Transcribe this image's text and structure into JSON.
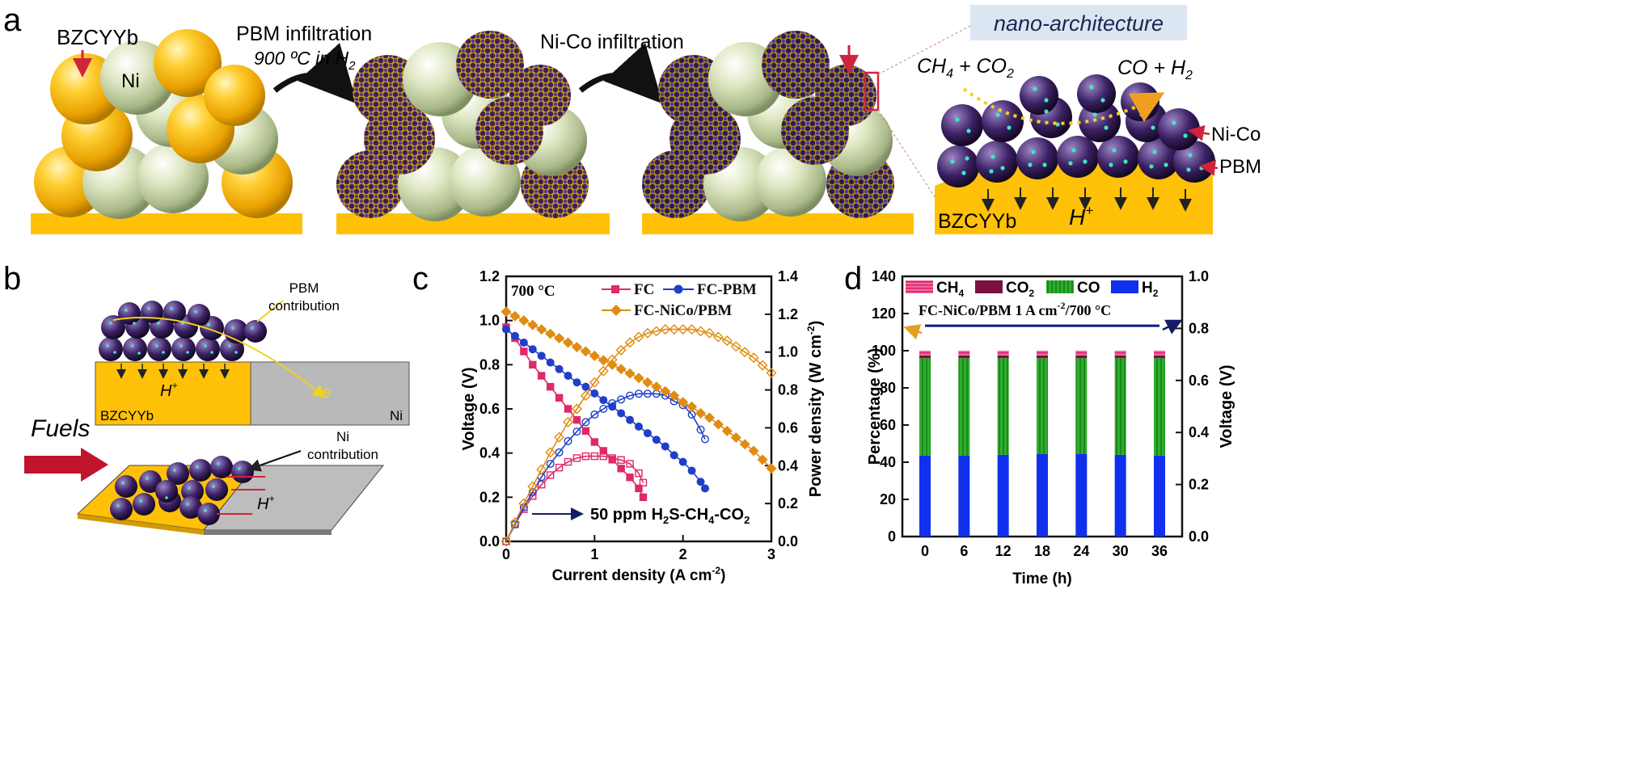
{
  "panel_a": {
    "letter": "a",
    "label_bzcyyb": "BZCYYb",
    "label_ni": "Ni",
    "step1_label": "PBM infiltration",
    "step1_sub": "900 ºC in H",
    "step1_sub_sub": "2",
    "step2_label": "Ni-Co infiltration",
    "nano_title": "nano-architecture",
    "reactants": "CH",
    "reactants_sub1": "4",
    "reactants_mid": " + CO",
    "reactants_sub2": "2",
    "products": "CO + H",
    "products_sub": "2",
    "label_nico": "Ni-Co",
    "label_pbm": "PBM",
    "label_bzcyyb_detail": "BZCYYb",
    "label_hplus": "H",
    "label_hplus_sup": "+"
  },
  "panel_b": {
    "letter": "b",
    "pbm_contribution_1": "PBM",
    "pbm_contribution_2": "contribution",
    "hplus": "H",
    "hplus_sup": "+",
    "eminus": "e",
    "eminus_sup": "-",
    "bzcyyb": "BZCYYb",
    "ni": "Ni",
    "fuels": "Fuels",
    "ni_contribution_1": "Ni",
    "ni_contribution_2": "contribution",
    "hplus2": "H",
    "hplus2_sup": "+"
  },
  "panel_c": {
    "letter": "c",
    "temp": "700 °C",
    "legend_fc": "FC",
    "legend_fcpbm": "FC-PBM",
    "legend_fcnico": "FC-NiCo/PBM",
    "annotation": "50 ppm H",
    "annotation_sub": "2",
    "annotation_tail": "S-CH",
    "annotation_sub2": "4",
    "annotation_tail2": "-CO",
    "annotation_sub3": "2",
    "xlabel": "Current density (A cm",
    "xlabel_sup": "-2",
    "xlabel_end": ")",
    "ylabel_left": "Voltage (V)",
    "ylabel_right": "Power density (W cm",
    "ylabel_right_sup": "-2",
    "ylabel_right_end": ")"
  },
  "panel_d": {
    "letter": "d",
    "legend_ch4": "CH",
    "legend_ch4_sub": "4",
    "legend_co2": "CO",
    "legend_co2_sub": "2",
    "legend_co": "CO",
    "legend_h2": "H",
    "legend_h2_sub": "2",
    "condition": "FC-NiCo/PBM 1 A cm",
    "condition_sup": "-2",
    "condition_end": "/700 °C",
    "xlabel": "Time (h)",
    "ylabel_left": "Percentage (%)",
    "ylabel_right": "Voltage (V)"
  },
  "colors": {
    "gold": "#f5b800",
    "ni_green": "#c9d6a8",
    "pbm_purple": "#3a1f5c",
    "fc_pink": "#e0286a",
    "fcpbm_blue": "#1f3fc8",
    "fcnico_orange": "#e08c10",
    "co2_maroon": "#7a1040",
    "co_green": "#22a022",
    "h2_blue": "#1030ee"
  },
  "chart_data": [
    {
      "type": "line",
      "panel": "c",
      "xlabel": "Current density (A cm-2)",
      "ylabel": "Voltage (V)",
      "ylabel_right": "Power density (W cm-2)",
      "xlim": [
        0,
        3
      ],
      "ylim": [
        0,
        1.2
      ],
      "ylim_right": [
        0,
        1.4
      ],
      "x_ticks": [
        "0",
        "1",
        "2",
        "3"
      ],
      "y_ticks": [
        "0.0",
        "0.2",
        "0.4",
        "0.6",
        "0.8",
        "1.0",
        "1.2"
      ],
      "y_ticks_right": [
        "0.0",
        "0.2",
        "0.4",
        "0.6",
        "0.8",
        "1.0",
        "1.2",
        "1.4"
      ],
      "legend_position": "top",
      "series": [
        {
          "name": "FC",
          "kind": "voltage",
          "color": "#e0286a",
          "marker": "square-filled",
          "x": [
            0,
            0.1,
            0.2,
            0.3,
            0.4,
            0.5,
            0.6,
            0.7,
            0.8,
            0.9,
            1.0,
            1.1,
            1.2,
            1.3,
            1.4,
            1.5,
            1.55
          ],
          "y": [
            0.97,
            0.92,
            0.86,
            0.8,
            0.75,
            0.7,
            0.65,
            0.6,
            0.55,
            0.5,
            0.45,
            0.41,
            0.37,
            0.33,
            0.29,
            0.24,
            0.2
          ]
        },
        {
          "name": "FC",
          "kind": "power",
          "color": "#e0286a",
          "marker": "square-open",
          "x": [
            0,
            0.1,
            0.2,
            0.3,
            0.4,
            0.5,
            0.6,
            0.7,
            0.8,
            0.9,
            1.0,
            1.1,
            1.2,
            1.3,
            1.4,
            1.5,
            1.55
          ],
          "y": [
            0,
            0.09,
            0.17,
            0.24,
            0.3,
            0.35,
            0.39,
            0.42,
            0.44,
            0.45,
            0.45,
            0.45,
            0.44,
            0.43,
            0.41,
            0.36,
            0.31
          ]
        },
        {
          "name": "FC-PBM",
          "kind": "voltage",
          "color": "#1f3fc8",
          "marker": "circle-filled",
          "x": [
            0,
            0.1,
            0.2,
            0.3,
            0.4,
            0.5,
            0.6,
            0.7,
            0.8,
            0.9,
            1.0,
            1.1,
            1.2,
            1.3,
            1.4,
            1.5,
            1.6,
            1.7,
            1.8,
            1.9,
            2.0,
            2.1,
            2.2,
            2.25
          ],
          "y": [
            0.96,
            0.93,
            0.9,
            0.87,
            0.84,
            0.81,
            0.78,
            0.75,
            0.72,
            0.7,
            0.67,
            0.64,
            0.61,
            0.58,
            0.55,
            0.52,
            0.49,
            0.46,
            0.43,
            0.39,
            0.36,
            0.32,
            0.27,
            0.24
          ]
        },
        {
          "name": "FC-PBM",
          "kind": "power",
          "color": "#1f3fc8",
          "marker": "circle-open",
          "x": [
            0,
            0.1,
            0.2,
            0.3,
            0.4,
            0.5,
            0.6,
            0.7,
            0.8,
            0.9,
            1.0,
            1.1,
            1.2,
            1.3,
            1.4,
            1.5,
            1.6,
            1.7,
            1.8,
            1.9,
            2.0,
            2.1,
            2.2,
            2.25
          ],
          "y": [
            0,
            0.09,
            0.18,
            0.26,
            0.34,
            0.41,
            0.47,
            0.53,
            0.58,
            0.63,
            0.67,
            0.7,
            0.73,
            0.75,
            0.77,
            0.78,
            0.78,
            0.78,
            0.77,
            0.74,
            0.72,
            0.67,
            0.59,
            0.54
          ]
        },
        {
          "name": "FC-NiCo/PBM",
          "kind": "voltage",
          "color": "#e08c10",
          "marker": "diamond-filled",
          "x": [
            0,
            0.1,
            0.2,
            0.3,
            0.4,
            0.5,
            0.6,
            0.7,
            0.8,
            0.9,
            1.0,
            1.1,
            1.2,
            1.3,
            1.4,
            1.5,
            1.6,
            1.7,
            1.8,
            1.9,
            2.0,
            2.1,
            2.2,
            2.3,
            2.4,
            2.5,
            2.6,
            2.7,
            2.8,
            2.9,
            3.0
          ],
          "y": [
            1.04,
            1.02,
            1.0,
            0.98,
            0.96,
            0.94,
            0.92,
            0.9,
            0.88,
            0.86,
            0.84,
            0.82,
            0.8,
            0.78,
            0.76,
            0.74,
            0.72,
            0.7,
            0.68,
            0.66,
            0.63,
            0.61,
            0.58,
            0.56,
            0.53,
            0.5,
            0.47,
            0.44,
            0.41,
            0.37,
            0.33
          ]
        },
        {
          "name": "FC-NiCo/PBM",
          "kind": "power",
          "color": "#e08c10",
          "marker": "diamond-open",
          "x": [
            0,
            0.1,
            0.2,
            0.3,
            0.4,
            0.5,
            0.6,
            0.7,
            0.8,
            0.9,
            1.0,
            1.1,
            1.2,
            1.3,
            1.4,
            1.5,
            1.6,
            1.7,
            1.8,
            1.9,
            2.0,
            2.1,
            2.2,
            2.3,
            2.4,
            2.5,
            2.6,
            2.7,
            2.8,
            2.9,
            3.0
          ],
          "y": [
            0,
            0.1,
            0.2,
            0.29,
            0.38,
            0.47,
            0.55,
            0.63,
            0.7,
            0.77,
            0.84,
            0.9,
            0.96,
            1.01,
            1.05,
            1.08,
            1.1,
            1.11,
            1.12,
            1.12,
            1.12,
            1.12,
            1.11,
            1.1,
            1.08,
            1.06,
            1.03,
            1.0,
            0.97,
            0.93,
            0.89
          ]
        }
      ]
    },
    {
      "type": "bar",
      "panel": "d",
      "stacked": true,
      "xlabel": "Time (h)",
      "ylabel": "Percentage (%)",
      "ylabel_right": "Voltage (V)",
      "categories": [
        "0",
        "6",
        "12",
        "18",
        "24",
        "30",
        "36"
      ],
      "ylim": [
        0,
        140
      ],
      "ylim_right": [
        0,
        1.0
      ],
      "y_ticks": [
        "0",
        "20",
        "40",
        "60",
        "80",
        "100",
        "120",
        "140"
      ],
      "y_ticks_right": [
        "0.0",
        "0.2",
        "0.4",
        "0.6",
        "0.8",
        "1.0"
      ],
      "legend_position": "top",
      "series": [
        {
          "name": "H2",
          "color": "#1030ee",
          "values": [
            43.5,
            43.5,
            44,
            44.5,
            44.5,
            44,
            43.5
          ]
        },
        {
          "name": "CO",
          "color": "#22a022",
          "values": [
            52.5,
            52.5,
            52,
            51.5,
            51.5,
            52,
            52.5
          ]
        },
        {
          "name": "CO2",
          "color": "#7a1040",
          "values": [
            1.5,
            1.5,
            1.5,
            1.5,
            1.5,
            1.5,
            1.5
          ]
        },
        {
          "name": "CH4",
          "color": "#e0286a",
          "values": [
            2.5,
            2.5,
            2.5,
            2.5,
            2.5,
            2.5,
            2.5
          ]
        }
      ],
      "voltage_line": {
        "x_range": [
          0,
          36
        ],
        "value": 0.81,
        "color": "#0a1a8a"
      }
    }
  ]
}
